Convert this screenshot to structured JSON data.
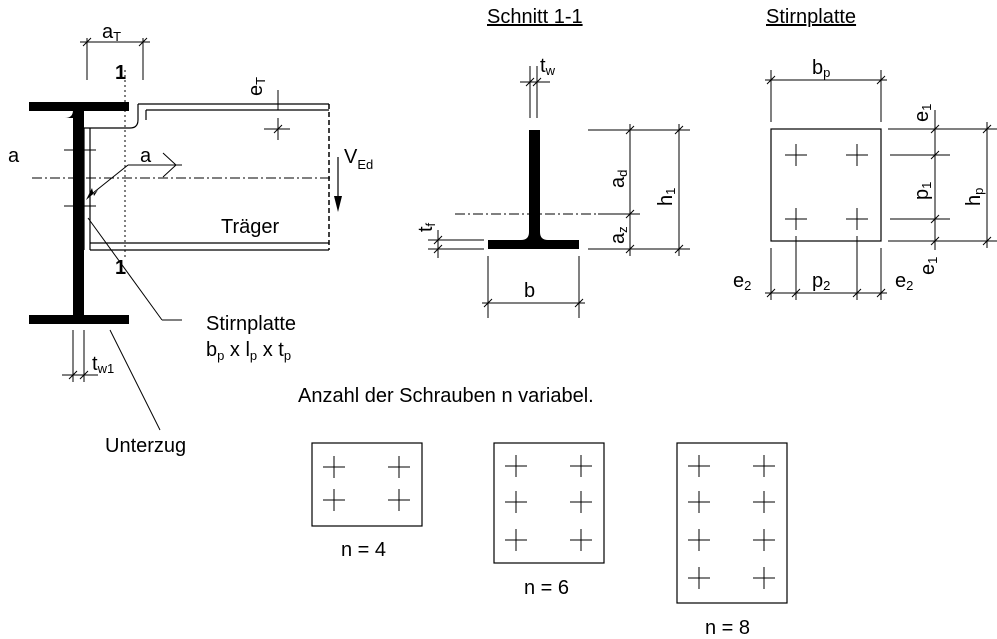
{
  "labels": {
    "schnitt_title": "Schnitt 1-1",
    "stirnplatte_title": "Stirnplatte",
    "a_T": "a",
    "a_T_sub": "T",
    "one_top": "1",
    "one_bottom": "1",
    "e_T": "e",
    "e_T_sub": "T",
    "a_left": "a",
    "a_mid": "a",
    "V_Ed": "V",
    "V_Ed_sub": "Ed",
    "traeger": "Träger",
    "stirnplatte_label": "Stirnplatte",
    "stirnplatte_dims": "b",
    "dims_sub_p1": "p",
    "dims_x1": " x l",
    "dims_sub_p2": "p",
    "dims_x2": " x t",
    "dims_sub_p3": "p",
    "t_w1": "t",
    "t_w1_sub": "w1",
    "unterzug": "Unterzug",
    "t_w": "t",
    "t_w_sub": "w",
    "t_f": "t",
    "t_f_sub": "f",
    "a_d": "a",
    "a_d_sub": "d",
    "a_z": "a",
    "a_z_sub": "z",
    "h_1": "h",
    "h_1_sub": "1",
    "b": "b",
    "b_p": "b",
    "b_p_sub": "p",
    "e_1_top": "e",
    "e_1_top_sub": "1",
    "p_1": "p",
    "p_1_sub": "1",
    "h_p": "h",
    "h_p_sub": "p",
    "e_2_left": "e",
    "e_2_left_sub": "2",
    "p_2": "p",
    "p_2_sub": "2",
    "e_2_right": "e",
    "e_2_right_sub": "2",
    "e_1_bottom": "e",
    "e_1_bottom_sub": "1",
    "anzahl": "Anzahl der Schrauben n variabel.",
    "n4": "n = 4",
    "n6": "n = 6",
    "n8": "n = 8"
  }
}
